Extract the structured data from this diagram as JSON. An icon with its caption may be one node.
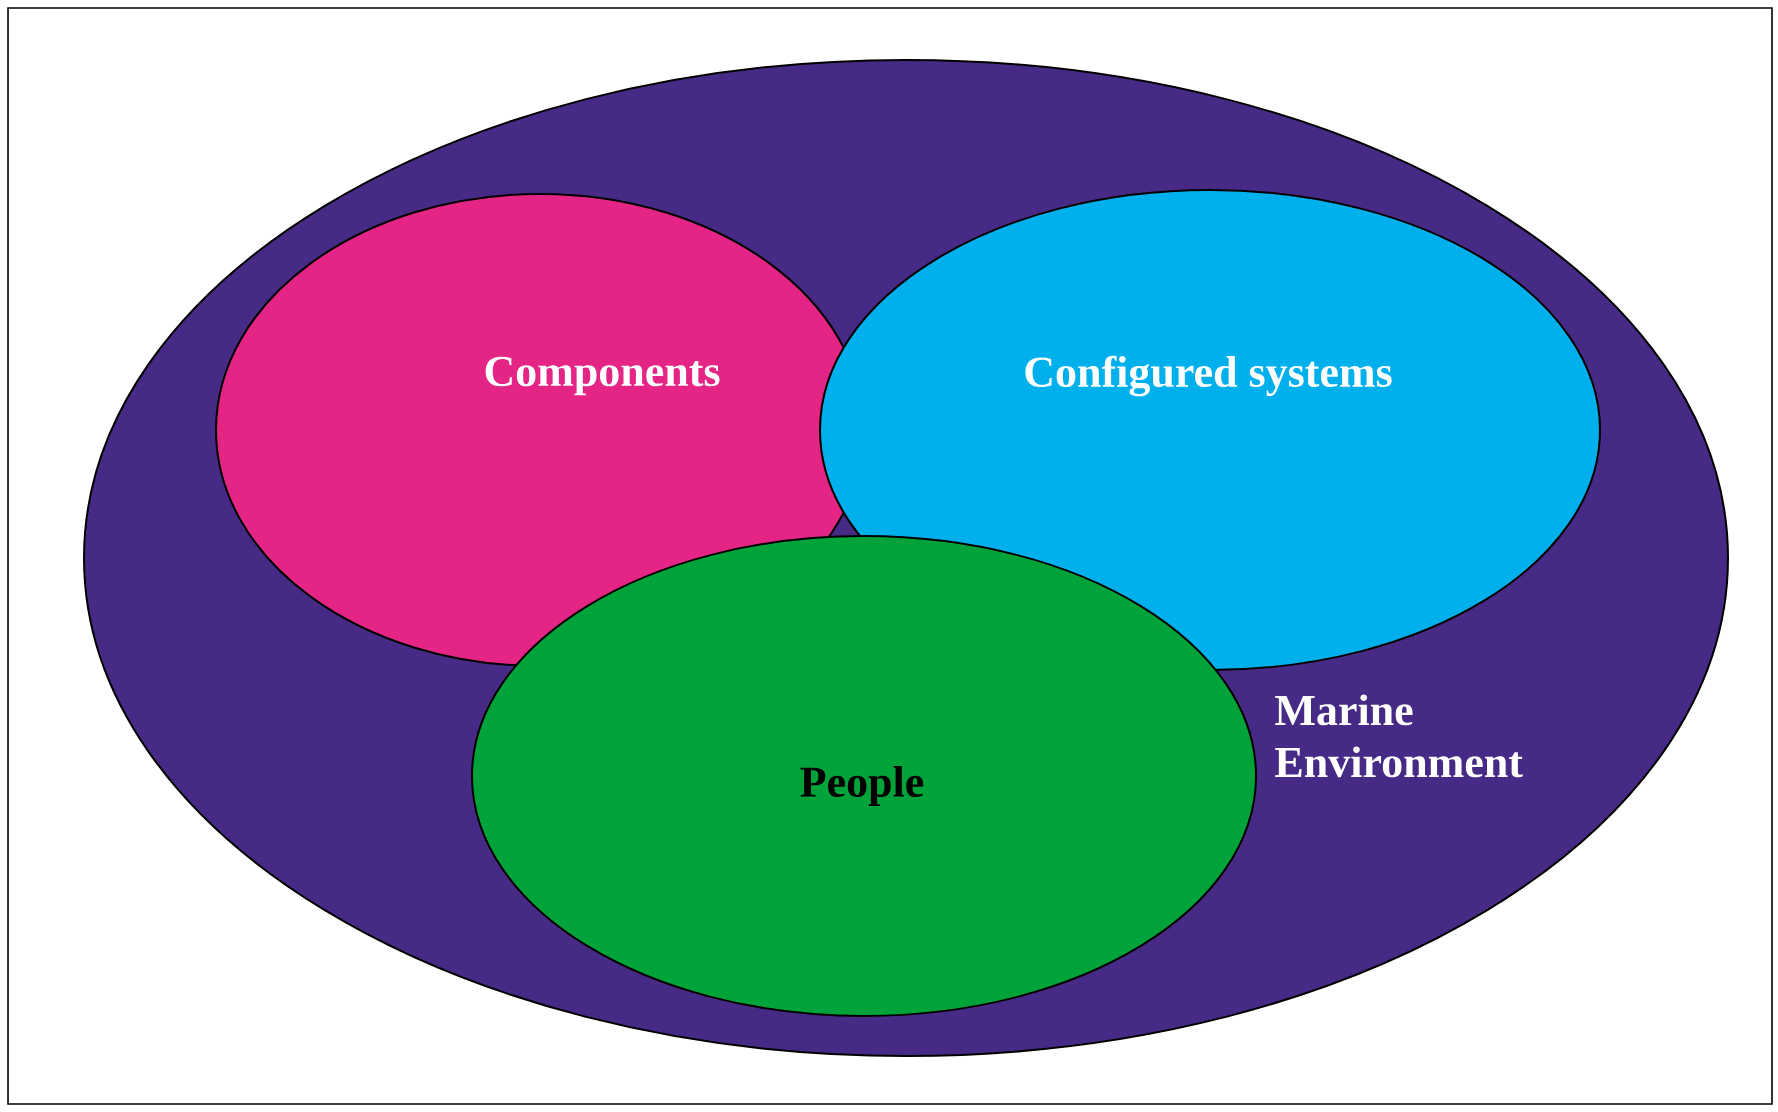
{
  "diagram": {
    "nodes": [
      {
        "text": [
          "Marine Environment"
        ]
      },
      {
        "text": [
          "Components"
        ],
        "in": 0
      },
      {
        "text": [
          "Configured systems"
        ],
        "in": 0
      },
      {
        "text": [
          "People"
        ],
        "in": 0
      }
    ]
  }
}
